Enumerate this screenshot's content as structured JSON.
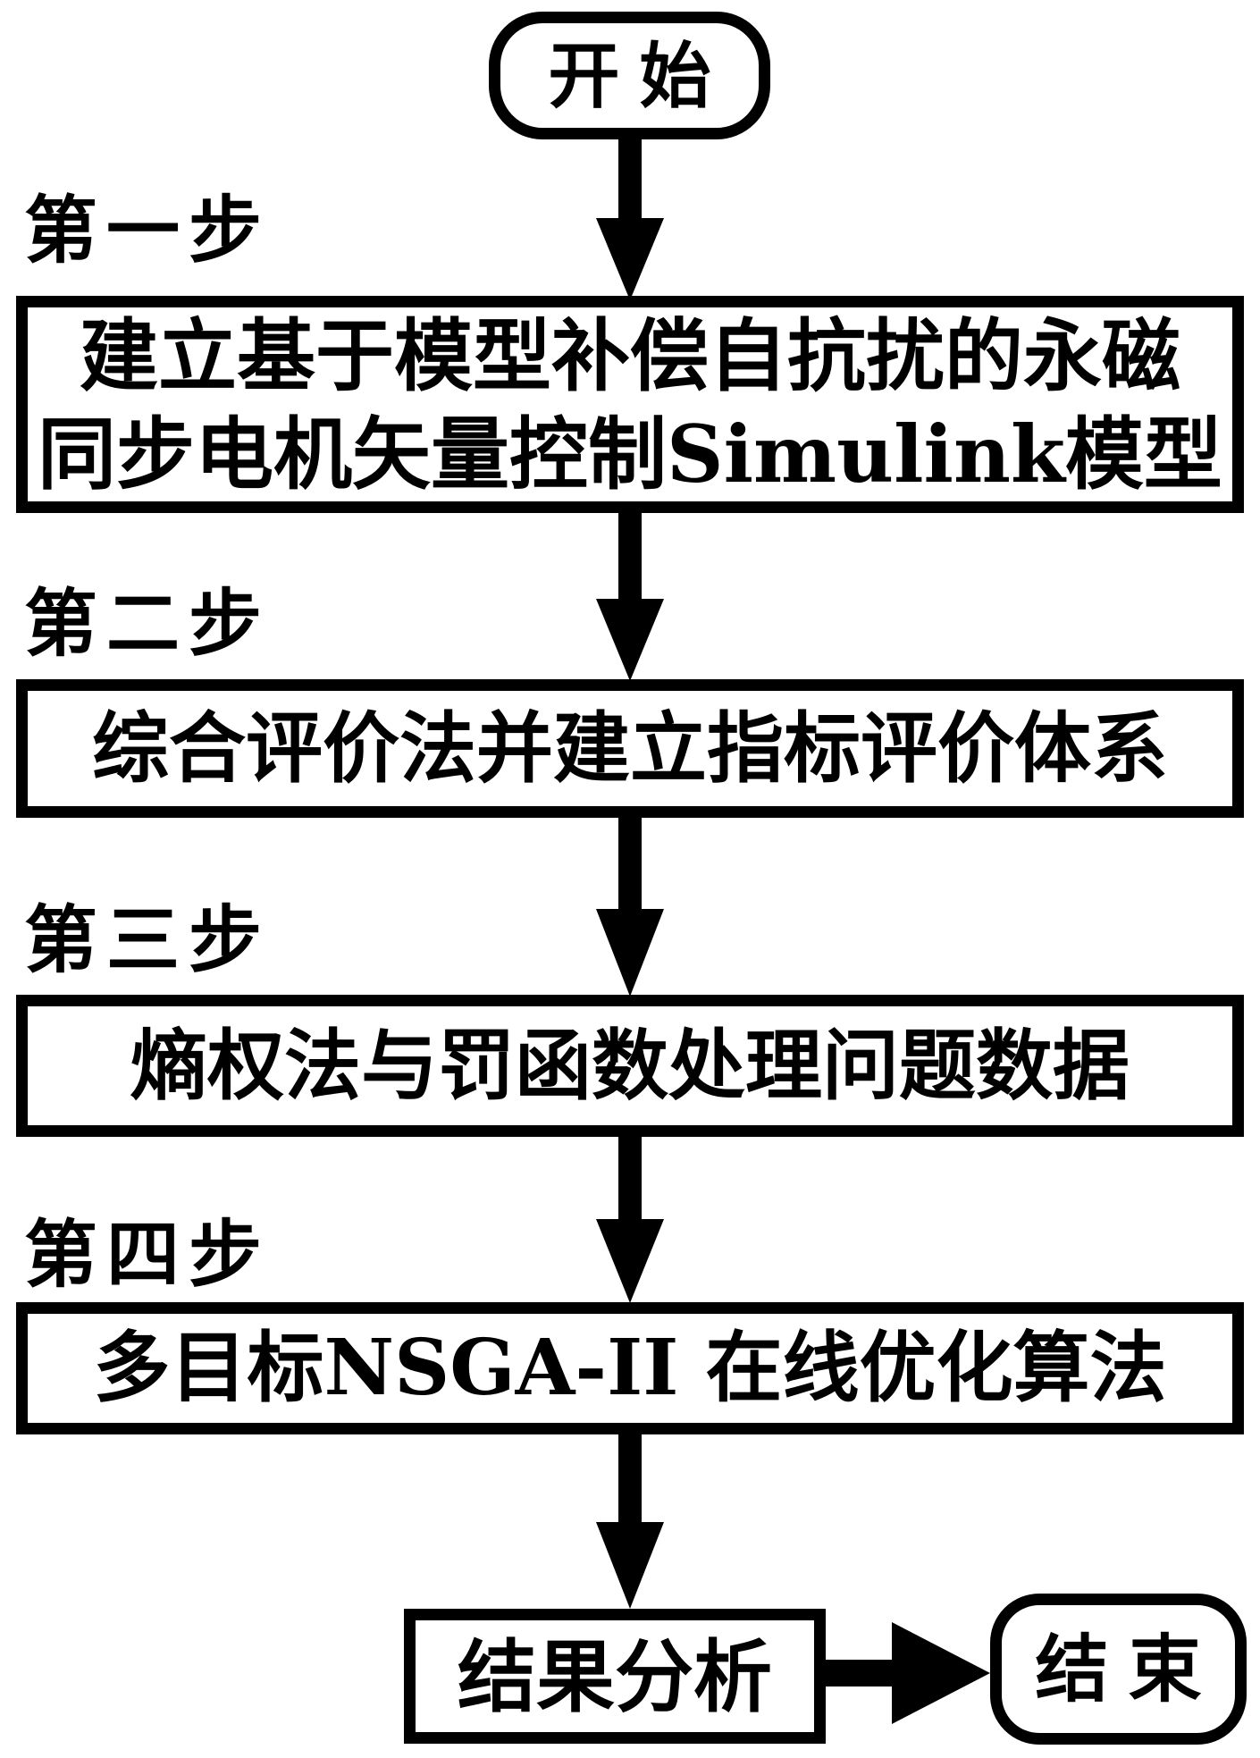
{
  "flowchart": {
    "title_semantic": "PMSM optimization method flowchart",
    "colors": {
      "line": "#000000",
      "background": "#ffffff"
    },
    "start": {
      "label": "开始"
    },
    "steps": [
      {
        "label": "第一步",
        "text": "建立基于模型补偿自抗扰的永磁同步电机矢量控制Simulink模型",
        "lines": [
          "建立基于模型补偿自抗扰的永磁",
          "同步电机矢量控制Simulink模型"
        ]
      },
      {
        "label": "第二步",
        "text": "综合评价法并建立指标评价体系",
        "lines": [
          "综合评价法并建立指标评价体系"
        ]
      },
      {
        "label": "第三步",
        "text": "熵权法与罚函数处理问题数据",
        "lines": [
          "熵权法与罚函数处理问题数据"
        ]
      },
      {
        "label": "第四步",
        "text": "多目标NSGA-II 在线优化算法",
        "lines": [
          "多目标NSGA-II 在线优化算法"
        ]
      }
    ],
    "result": {
      "text": "结果分析"
    },
    "end": {
      "label": "结束"
    }
  }
}
